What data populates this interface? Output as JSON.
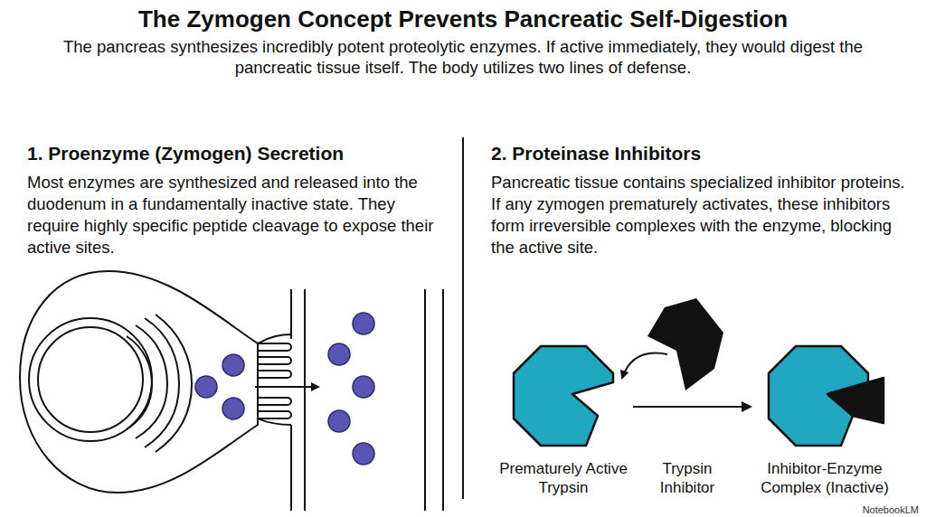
{
  "diagram": {
    "title": "The Zymogen Concept Prevents Pancreatic Self-Digestion",
    "nodes": [
      {
        "text": [
          "Prematurely Active Trypsin"
        ]
      },
      {
        "text": [
          "Inhibitor-Enzyme Complex (Inactive)"
        ]
      }
    ],
    "edges": [
      {
        "from": 0,
        "to": 1,
        "arrow": "to"
      }
    ],
    "labels": [
      "The pancreas synthesizes incredibly potent proteolytic enzymes. If active immediately, they would digest the pancreatic tissue itself. The body utilizes two lines of defense.",
      "1. Proenzyme (Zymogen) Secretion",
      "Most enzymes are synthesized and released into the duodenum in a fundamentally inactive state. They require highly specific peptide cleavage to expose their active sites.",
      "2. Proteinase Inhibitors",
      "Pancreatic tissue contains specialized inhibitor proteins. If any zymogen prematurely activates, these inhibitors form irreversible complexes with the enzyme, blocking the active site.",
      "Trypsin Inhibitor",
      "NotebookLM"
    ]
  }
}
